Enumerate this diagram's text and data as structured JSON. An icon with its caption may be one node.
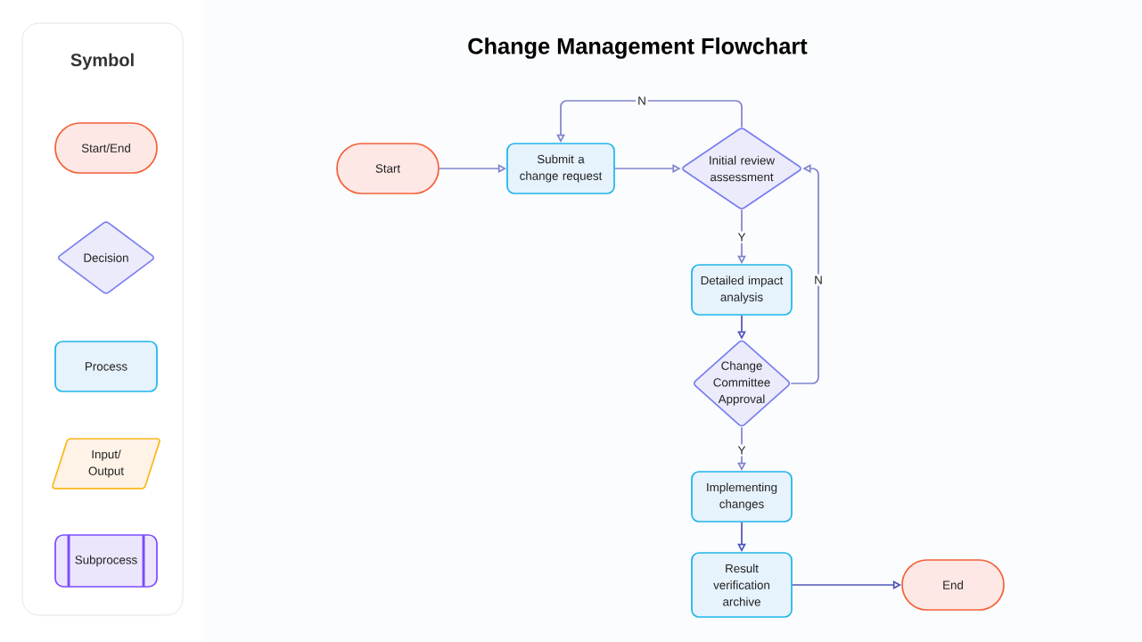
{
  "diagram": {
    "title": "Change Management Flowchart",
    "nodes": [
      {
        "text": [
          "Symbol"
        ]
      },
      {
        "text": [
          "Start/End"
        ],
        "in": 0
      },
      {
        "text": [
          "Decision"
        ],
        "in": 0
      },
      {
        "text": [
          "Process"
        ],
        "in": 0
      },
      {
        "text": [
          "Input/ Output"
        ],
        "in": 0
      },
      {
        "text": [
          "Subprocess"
        ],
        "in": 0
      },
      {
        "text": [
          "Start"
        ]
      },
      {
        "text": [
          "Submit a change request"
        ]
      },
      {
        "text": [
          "Initial review assessment"
        ]
      },
      {
        "text": [
          "Detailed impact analysis"
        ]
      },
      {
        "text": [
          "Change Committee Approval"
        ]
      },
      {
        "text": [
          "Implementing changes"
        ]
      },
      {
        "text": [
          "Result verification archive"
        ]
      },
      {
        "text": [
          "End"
        ]
      }
    ],
    "edges": [
      {
        "from": 6,
        "to": 7,
        "arrow": "to"
      },
      {
        "from": 7,
        "to": 8,
        "arrow": "to"
      },
      {
        "from": 8,
        "to": 7,
        "arrow": "to",
        "label": "N"
      },
      {
        "from": 8,
        "to": 9,
        "arrow": "to",
        "label": "Y"
      },
      {
        "from": 9,
        "to": 10,
        "arrow": "to",
        "color": "#4f56b8"
      },
      {
        "from": 10,
        "to": 8,
        "arrow": "to",
        "label": "N"
      },
      {
        "from": 10,
        "to": 11,
        "arrow": "to",
        "label": "Y"
      },
      {
        "from": 11,
        "to": 12,
        "arrow": "to",
        "color": "#4f56b8"
      },
      {
        "from": 12,
        "to": 13,
        "arrow": "to",
        "color": "#4f56b8"
      }
    ]
  }
}
